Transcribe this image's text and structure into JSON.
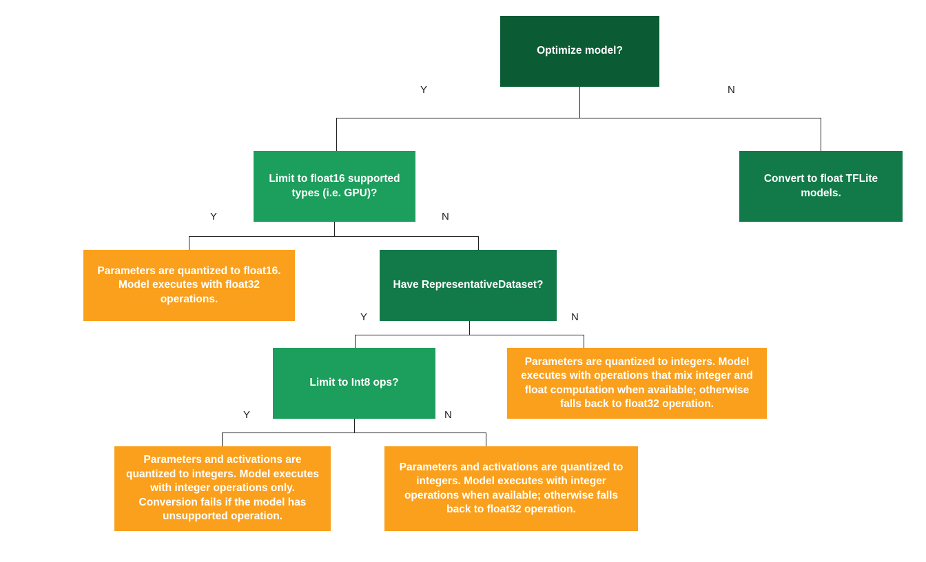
{
  "diagram": {
    "branch": {
      "yes": "Y",
      "no": "N"
    },
    "colors": {
      "green_dark": "#0B5B34",
      "green_mid": "#127A49",
      "green_light": "#1C9E5C",
      "orange": "#FAA01C",
      "line": "#212121",
      "node_text": "#FFFFFF",
      "branch_text": "#202124",
      "background": "#FFFFFF"
    },
    "nodes": {
      "optimize": {
        "label": "Optimize model?"
      },
      "limit_float16": {
        "label": "Limit to float16 supported types (i.e. GPU)?"
      },
      "convert_float": {
        "label": "Convert to float TFLite models."
      },
      "quantized_float16": {
        "label": "Parameters are quantized to float16. Model executes with float32 operations."
      },
      "have_dataset": {
        "label": "Have RepresentativeDataset?"
      },
      "limit_int8": {
        "label": "Limit to Int8 ops?"
      },
      "mixed_ops": {
        "label": "Parameters are quantized to integers. Model executes with operations that mix integer and float computation when available; otherwise falls back to float32 operation."
      },
      "int_only": {
        "label": "Parameters and activations are quantized to integers. Model executes with integer operations only. Conversion fails if the model has unsupported operation."
      },
      "int_fallback": {
        "label": "Parameters and activations are quantized to integers. Model executes with integer operations when available; otherwise falls back to float32 operation."
      }
    }
  }
}
